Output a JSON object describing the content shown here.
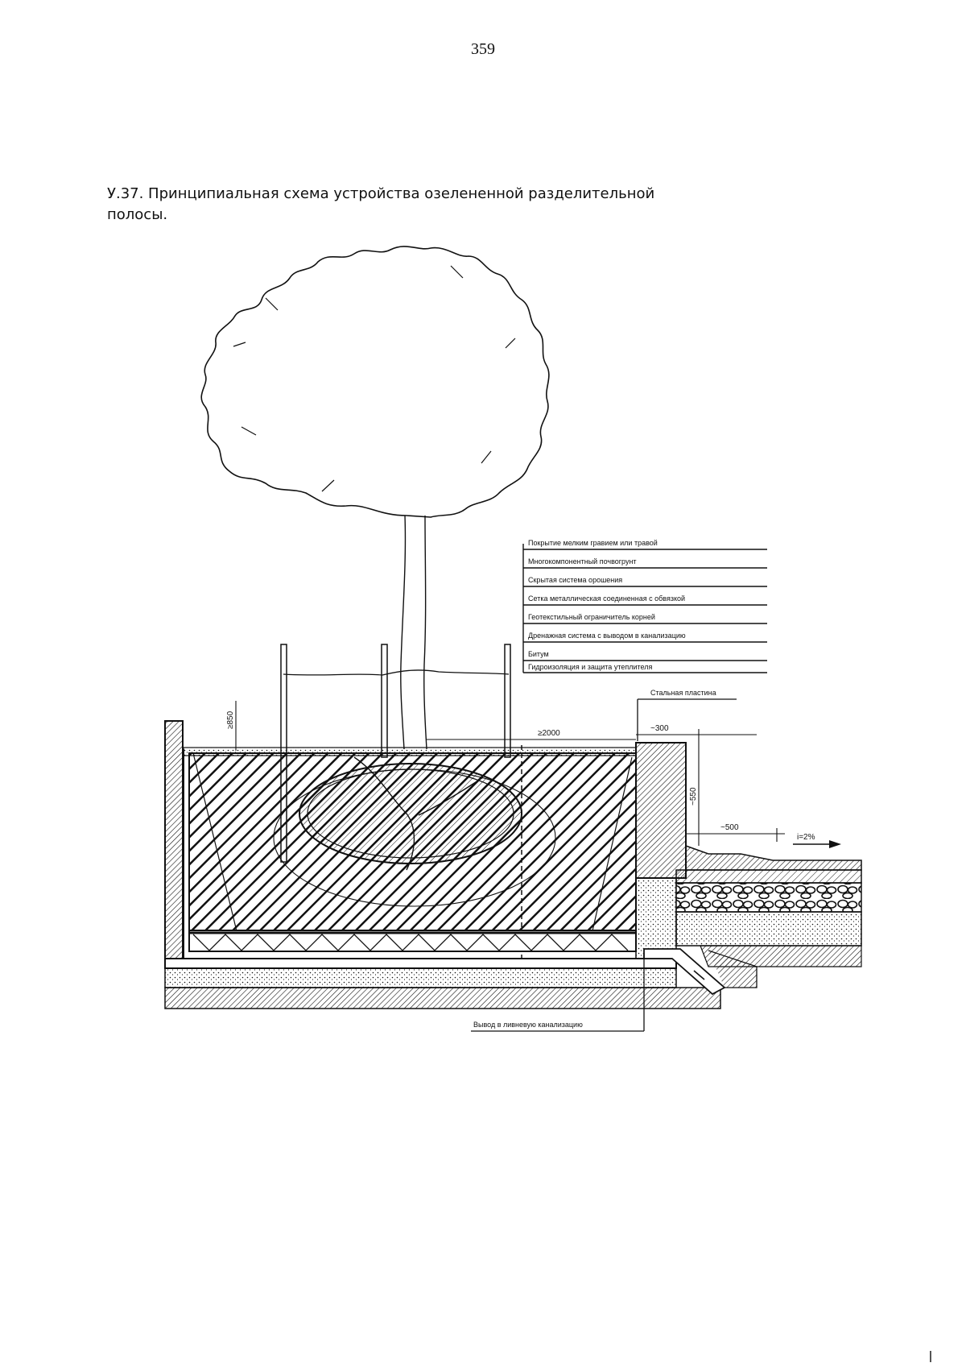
{
  "page": {
    "number": "359"
  },
  "figure": {
    "caption_line1": "У.37. Принципиальная схема устройства озелененной разделительной",
    "caption_line2": "полосы.",
    "layers": [
      "Покрытие мелким гравием или травой",
      "Многокомпонентный почвогрунт",
      "Скрытая система орошения",
      "Сетка металлическая соединенная с обвязкой",
      "Геотекстильный ограничитель корней",
      "Дренажная система с выводом в канализацию",
      "Битум",
      "Гидроизоляция и защита утеплителя"
    ],
    "steel_plate": "Стальная пластина",
    "outlet": "Вывод в ливневую канализацию",
    "dimensions": {
      "height_stakes": "≥850",
      "width_pit": "≥2000",
      "curb_width": "~300",
      "curb_height": "~550",
      "offset": "~500",
      "slope": "i=2%"
    }
  }
}
